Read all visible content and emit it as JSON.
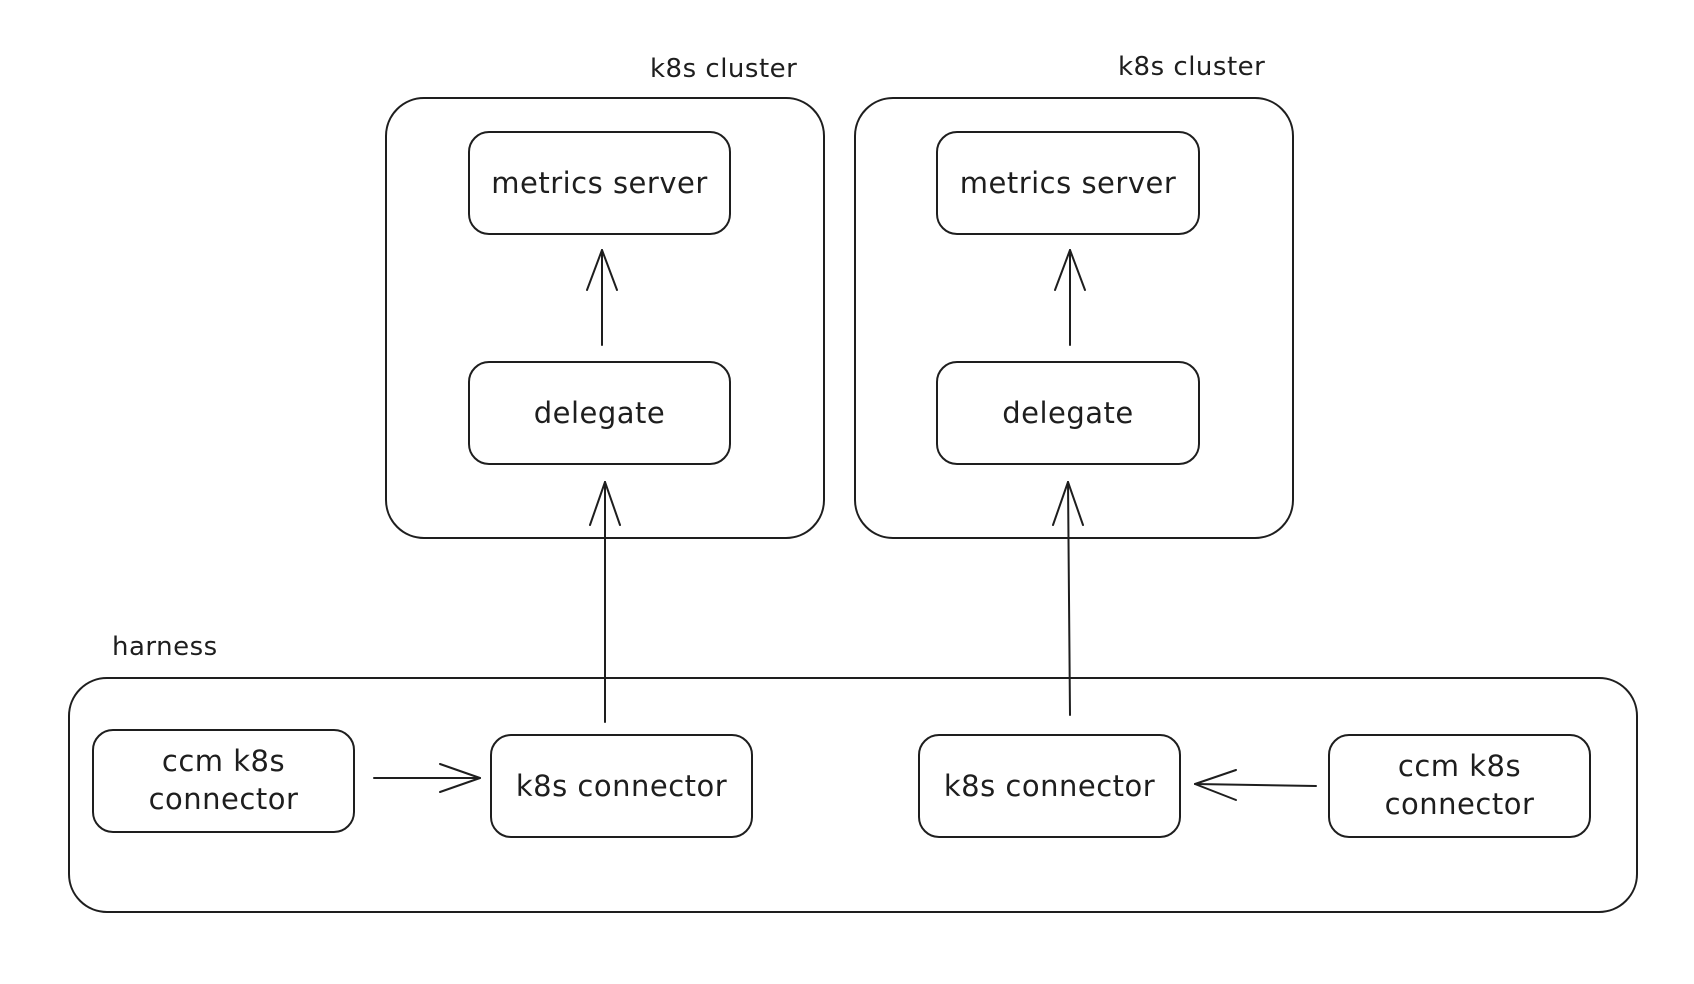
{
  "labels": {
    "cluster_left": "k8s cluster",
    "cluster_right": "k8s cluster",
    "harness": "harness"
  },
  "nodes": {
    "metrics_server_left": "metrics server",
    "delegate_left": "delegate",
    "metrics_server_right": "metrics server",
    "delegate_right": "delegate",
    "ccm_connector_left_line1": "ccm k8s",
    "ccm_connector_left_line2": "connector",
    "k8s_connector_left": "k8s connector",
    "k8s_connector_right": "k8s connector",
    "ccm_connector_right_line1": "ccm k8s",
    "ccm_connector_right_line2": "connector"
  },
  "colors": {
    "stroke": "#1e1e1e",
    "background": "#ffffff"
  }
}
